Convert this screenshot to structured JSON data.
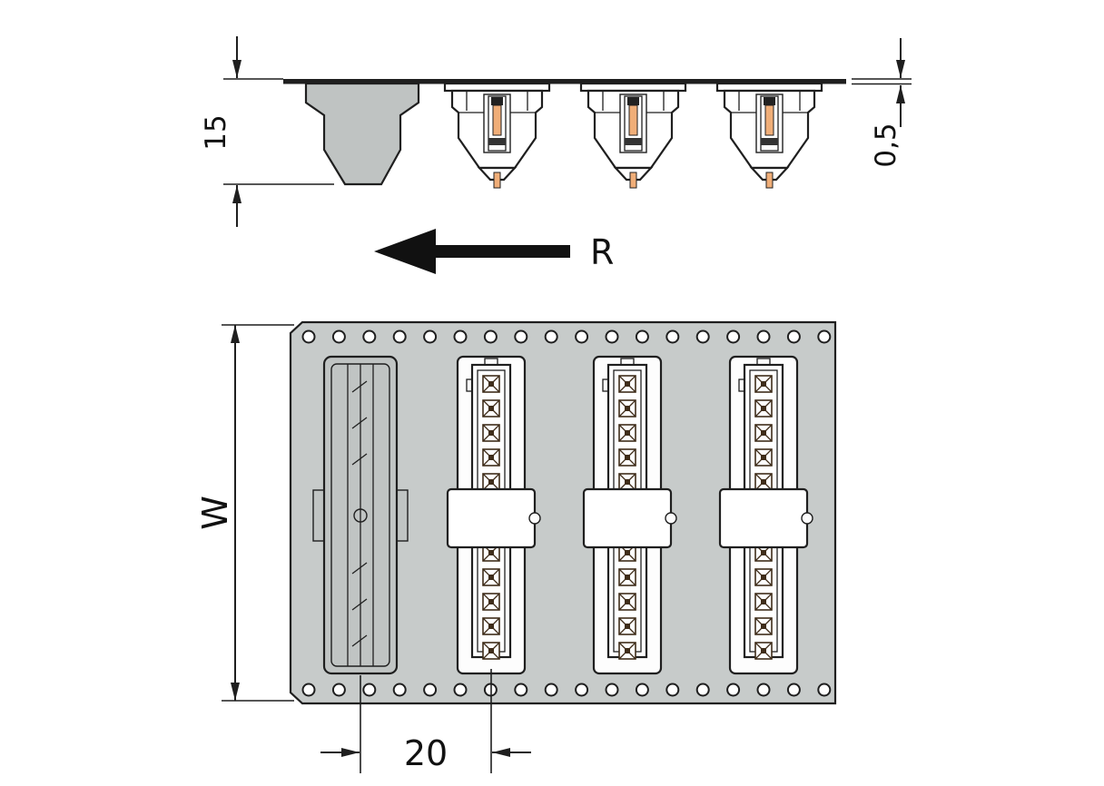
{
  "labels": {
    "dim_height": "15",
    "dim_tape_thickness": "0,5",
    "dim_direction": "R",
    "dim_tape_width": "W",
    "dim_pitch": "20"
  },
  "colors": {
    "background": "#ffffff",
    "line": "#1f1f1f",
    "tape_fill": "#c7cbca",
    "carrier_fill": "#c0c4c3",
    "connector_fill": "#ffffff",
    "pin": "#f0ae78",
    "contact": "#3f2d1a"
  }
}
